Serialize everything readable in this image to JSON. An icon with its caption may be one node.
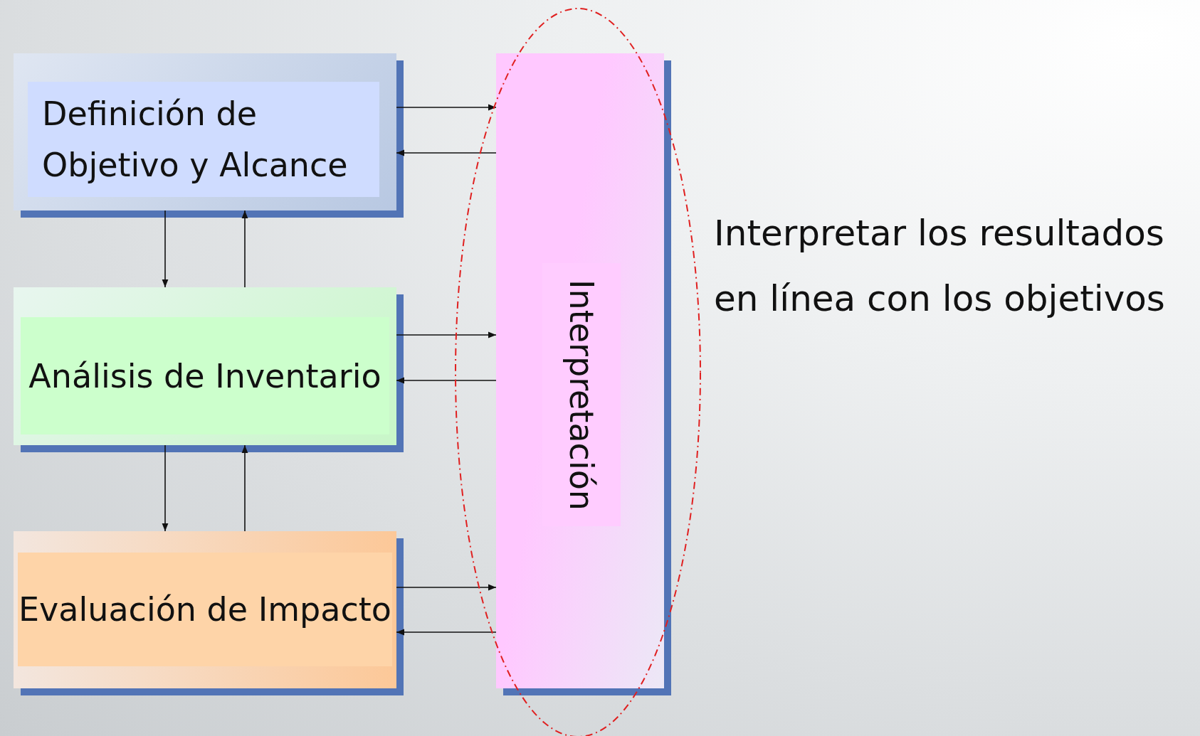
{
  "diagram": {
    "nodes": [
      {
        "text": [
          "Definición de Objetivo y Alcance"
        ]
      },
      {
        "text": [
          "Análisis de Inventario"
        ]
      },
      {
        "text": [
          "Evaluación de Impacto"
        ]
      },
      {
        "text": [
          "Interpretación"
        ]
      }
    ],
    "edges": [
      {
        "from": 0,
        "to": 3,
        "arrow": "to"
      },
      {
        "from": 3,
        "to": 0,
        "arrow": "to"
      },
      {
        "from": 0,
        "to": 1,
        "arrow": "to"
      },
      {
        "from": 1,
        "to": 0,
        "arrow": "to"
      },
      {
        "from": 1,
        "to": 3,
        "arrow": "to"
      },
      {
        "from": 3,
        "to": 1,
        "arrow": "to"
      },
      {
        "from": 1,
        "to": 2,
        "arrow": "to"
      },
      {
        "from": 2,
        "to": 1,
        "arrow": "to"
      },
      {
        "from": 2,
        "to": 3,
        "arrow": "to"
      },
      {
        "from": 3,
        "to": 2,
        "arrow": "to"
      }
    ],
    "labels": [
      "Interpretar los resultados en línea con los objetivos"
    ]
  }
}
